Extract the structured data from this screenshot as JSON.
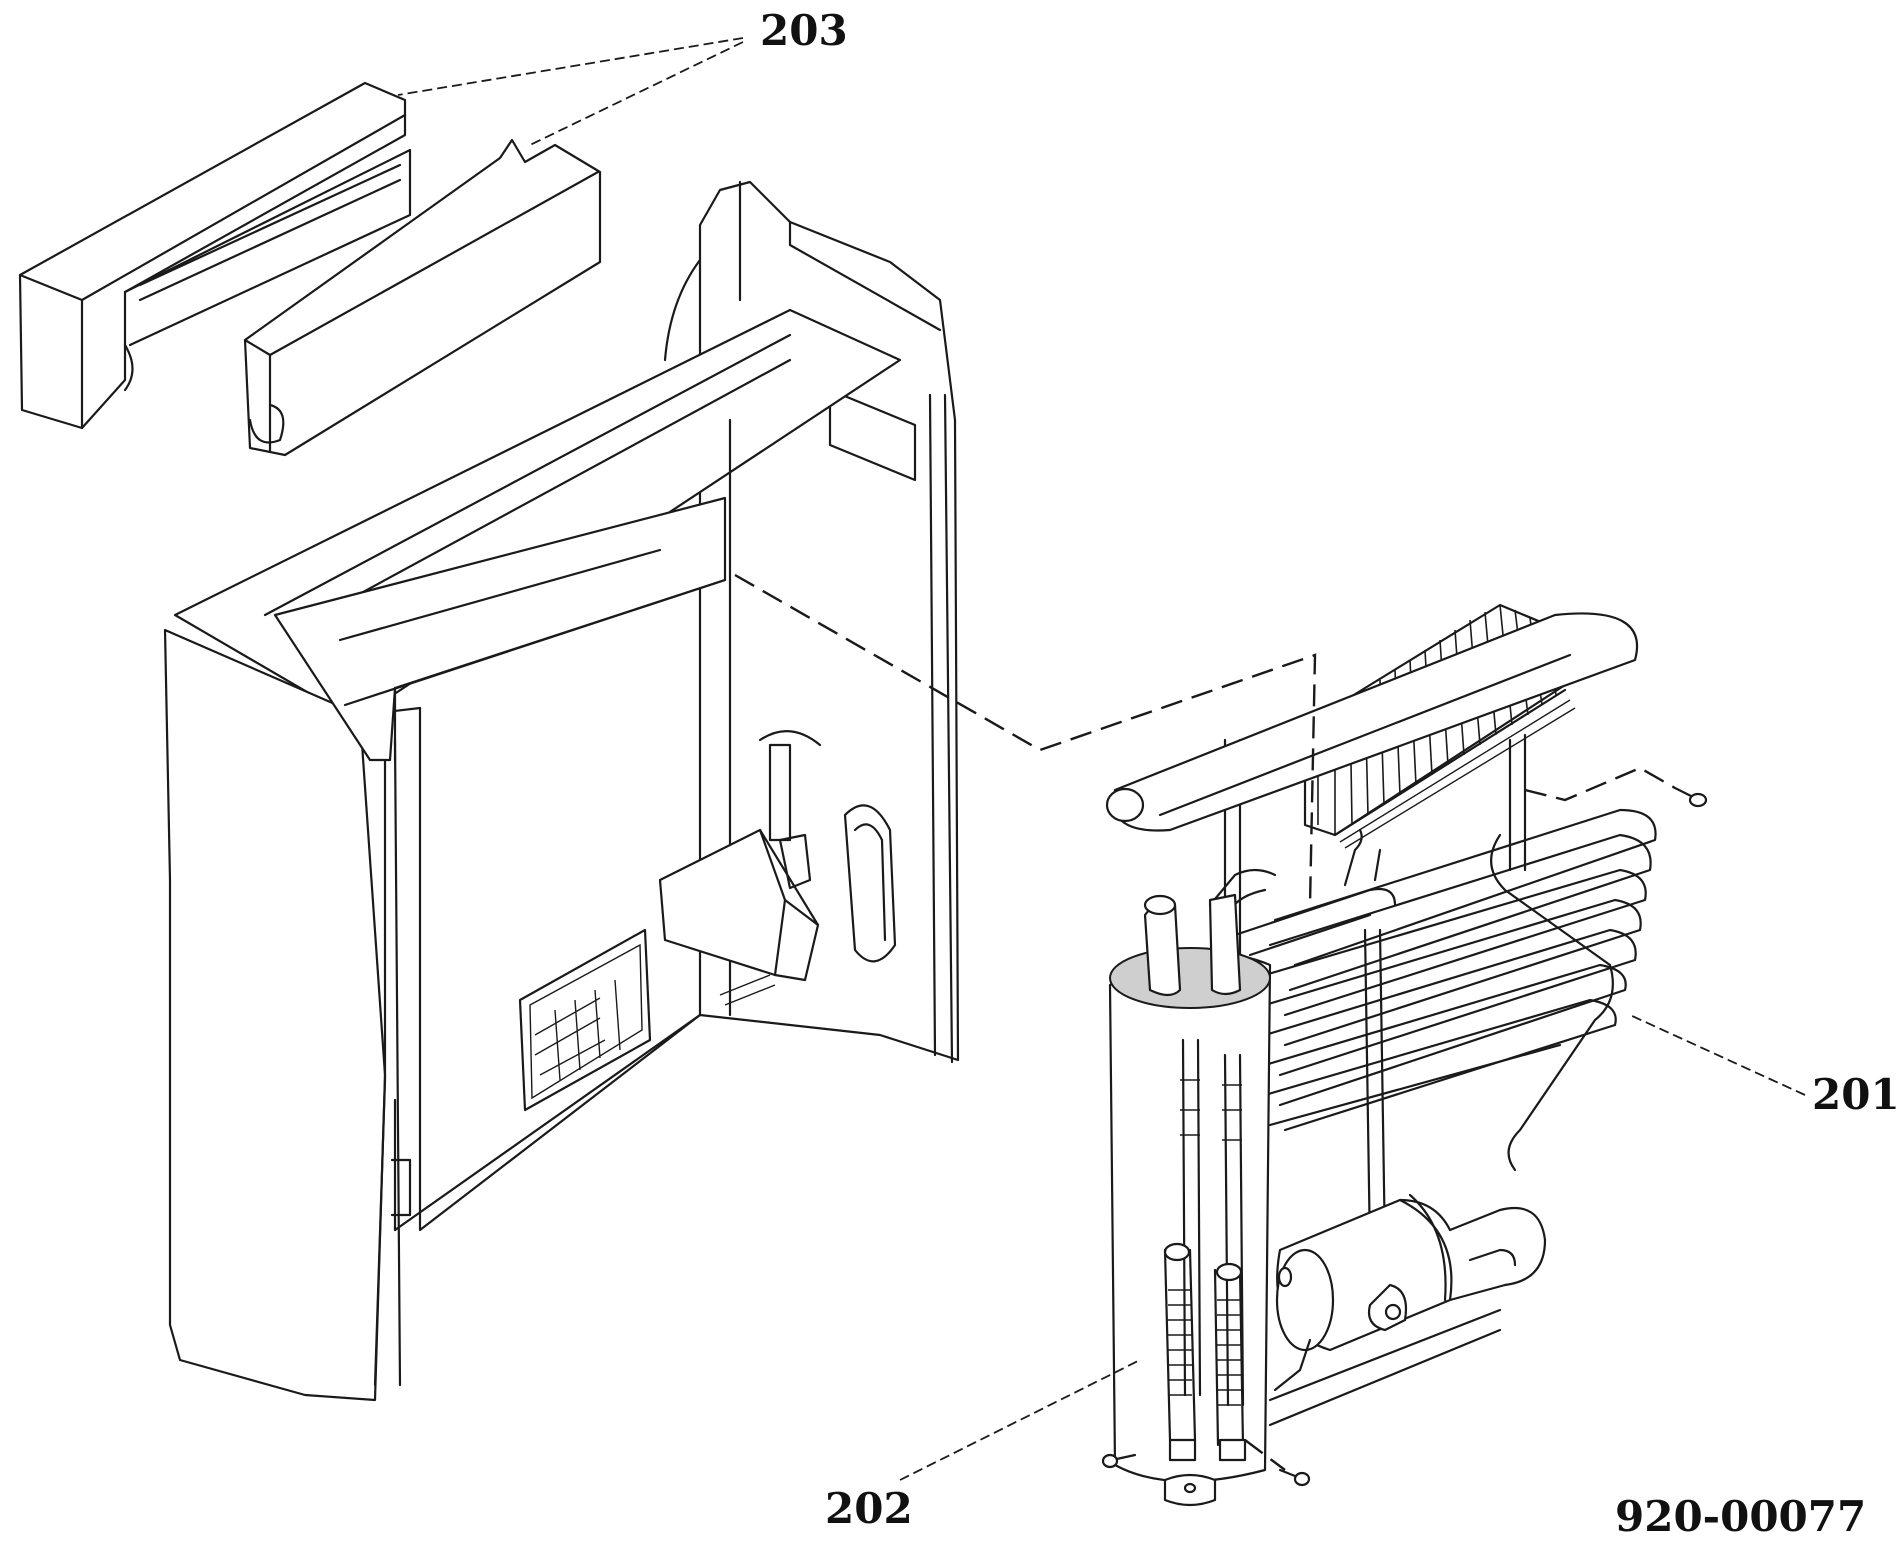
{
  "callouts": {
    "part_203": "203",
    "part_201": "201",
    "part_202": "202"
  },
  "drawing_number": "920-00077",
  "colors": {
    "line": "#1a1a1a",
    "background": "#ffffff",
    "insulation": "#cfcfcf"
  }
}
